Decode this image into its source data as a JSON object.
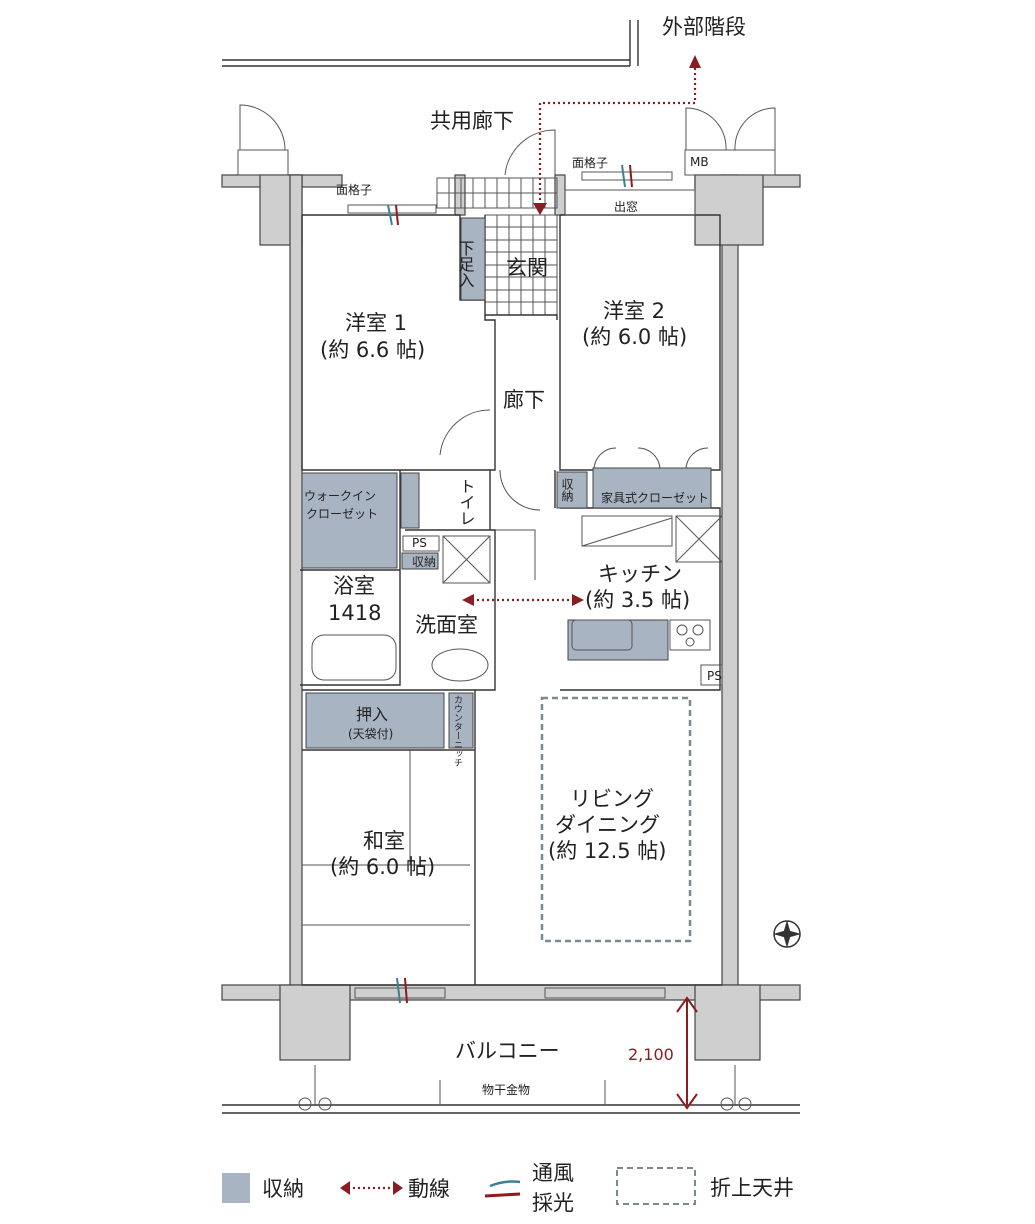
{
  "labels": {
    "external_stairs": "外部階段",
    "common_corridor": "共用廊下",
    "grille_left": "面格子",
    "grille_right": "面格子",
    "mb": "MB",
    "bay_window": "出窓",
    "entrance": "玄関",
    "shoe_box": "下足入",
    "western1_name": "洋室 1",
    "western1_size": "(約 6.6 帖)",
    "western2_name": "洋室 2",
    "western2_size": "(約 6.0 帖)",
    "hallway": "廊下",
    "storage": "収納",
    "furniture_closet": "家具式クローゼット",
    "walkin1": "ウォークイン",
    "walkin2": "クローゼット",
    "toilet": "トイレ",
    "ps1": "PS",
    "ps2": "PS",
    "small_storage": "収納",
    "bath_name": "浴室",
    "bath_size": "1418",
    "washroom": "洗面室",
    "kitchen_name": "キッチン",
    "kitchen_size": "(約 3.5 帖)",
    "oshiire": "押入",
    "oshiire_sub": "(天袋付)",
    "counter_niche": "カウンターニッチ",
    "living1": "リビング",
    "living2": "ダイニング",
    "living_size": "(約 12.5 帖)",
    "japanese_name": "和室",
    "japanese_size": "(約 6.0 帖)",
    "balcony": "バルコニー",
    "clothes_hanger": "物干金物",
    "depth": "2,100"
  },
  "legend": {
    "storage": "収納",
    "flow": "動線",
    "vent1": "通風",
    "vent2": "採光",
    "ceiling": "折上天井"
  },
  "colors": {
    "storage": "#a9b4c2",
    "accent": "#8b1d22",
    "wind": "#3d7f8f"
  }
}
